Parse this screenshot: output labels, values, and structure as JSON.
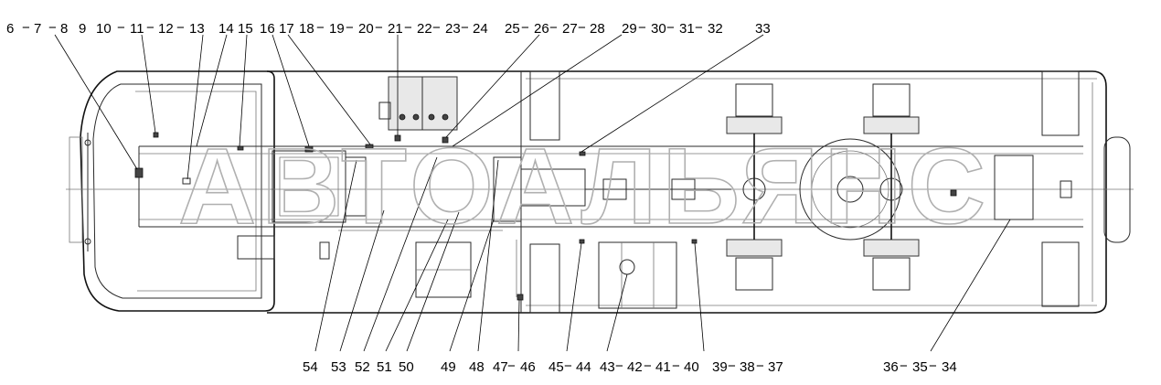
{
  "labels": {
    "top": [
      {
        "id": "t1",
        "text": "6"
      },
      {
        "id": "t2",
        "text": "7"
      },
      {
        "id": "t3",
        "text": "8"
      },
      {
        "id": "t4",
        "text": "9"
      },
      {
        "id": "t5",
        "text": "10"
      },
      {
        "id": "t6",
        "text": "11"
      },
      {
        "id": "t7",
        "text": "12"
      },
      {
        "id": "t8",
        "text": "13"
      },
      {
        "id": "t9",
        "text": "14"
      },
      {
        "id": "t10",
        "text": "15"
      },
      {
        "id": "t11",
        "text": "16"
      },
      {
        "id": "t12",
        "text": "17"
      },
      {
        "id": "t13",
        "text": "18"
      },
      {
        "id": "t14",
        "text": "19"
      },
      {
        "id": "t15",
        "text": "20"
      },
      {
        "id": "t16",
        "text": "21"
      },
      {
        "id": "t17",
        "text": "22"
      },
      {
        "id": "t18",
        "text": "23"
      },
      {
        "id": "t19",
        "text": "24"
      },
      {
        "id": "t20",
        "text": "25"
      },
      {
        "id": "t21",
        "text": "26"
      },
      {
        "id": "t22",
        "text": "27"
      },
      {
        "id": "t23",
        "text": "28"
      },
      {
        "id": "t24",
        "text": "29"
      },
      {
        "id": "t25",
        "text": "30"
      },
      {
        "id": "t26",
        "text": "31"
      },
      {
        "id": "t27",
        "text": "32"
      },
      {
        "id": "t28",
        "text": "33"
      }
    ],
    "bottom": [
      {
        "id": "b1",
        "text": "54"
      },
      {
        "id": "b2",
        "text": "53"
      },
      {
        "id": "b3",
        "text": "52"
      },
      {
        "id": "b4",
        "text": "51"
      },
      {
        "id": "b5",
        "text": "50"
      },
      {
        "id": "b6",
        "text": "49"
      },
      {
        "id": "b7",
        "text": "48"
      },
      {
        "id": "b8",
        "text": "47"
      },
      {
        "id": "b9",
        "text": "46"
      },
      {
        "id": "b10",
        "text": "45"
      },
      {
        "id": "b11",
        "text": "44"
      },
      {
        "id": "b12",
        "text": "43"
      },
      {
        "id": "b13",
        "text": "42"
      },
      {
        "id": "b14",
        "text": "41"
      },
      {
        "id": "b15",
        "text": "40"
      },
      {
        "id": "b16",
        "text": "39"
      },
      {
        "id": "b17",
        "text": "38"
      },
      {
        "id": "b18",
        "text": "37"
      },
      {
        "id": "b19",
        "text": "36"
      },
      {
        "id": "b20",
        "text": "35"
      },
      {
        "id": "b21",
        "text": "34"
      }
    ]
  },
  "watermark": "АВТОАЛЬЯНС"
}
